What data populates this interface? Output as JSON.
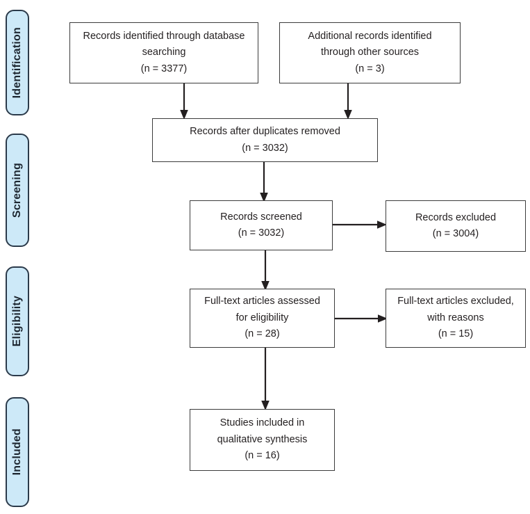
{
  "diagram": {
    "type": "prisma-flow-diagram",
    "stages": [
      {
        "label": "Identification"
      },
      {
        "label": "Screening"
      },
      {
        "label": "Eligibility"
      },
      {
        "label": "Included"
      }
    ],
    "boxes": [
      {
        "id": "records-identified-database",
        "lines": [
          "Records identified through database",
          "searching",
          "(n = 3377)"
        ],
        "count": 3377
      },
      {
        "id": "additional-records-other-sources",
        "lines": [
          "Additional records identified",
          "through other sources",
          "(n = 3)"
        ],
        "count": 3
      },
      {
        "id": "records-after-duplicates-removed",
        "lines": [
          "Records after duplicates removed",
          "(n = 3032)"
        ],
        "count": 3032
      },
      {
        "id": "records-screened",
        "lines": [
          "Records screened",
          "(n = 3032)"
        ],
        "count": 3032
      },
      {
        "id": "records-excluded",
        "lines": [
          "Records excluded",
          "(n = 3004)"
        ],
        "count": 3004
      },
      {
        "id": "full-text-articles-assessed",
        "lines": [
          "Full-text articles assessed",
          "for eligibility",
          "(n = 28)"
        ],
        "count": 28
      },
      {
        "id": "full-text-articles-excluded",
        "lines": [
          "Full-text articles excluded,",
          "with reasons",
          "(n = 15)"
        ],
        "count": 15
      },
      {
        "id": "studies-included-qualitative",
        "lines": [
          "Studies included in",
          "qualitative synthesis",
          "(n = 16)"
        ],
        "count": 16
      }
    ],
    "colors": {
      "stage_fill": "#cde9f8",
      "stage_border": "#2b3a4a",
      "box_border": "#3b3b3b",
      "text": "#231f20",
      "arrow": "#231f20",
      "background": "#ffffff"
    }
  }
}
